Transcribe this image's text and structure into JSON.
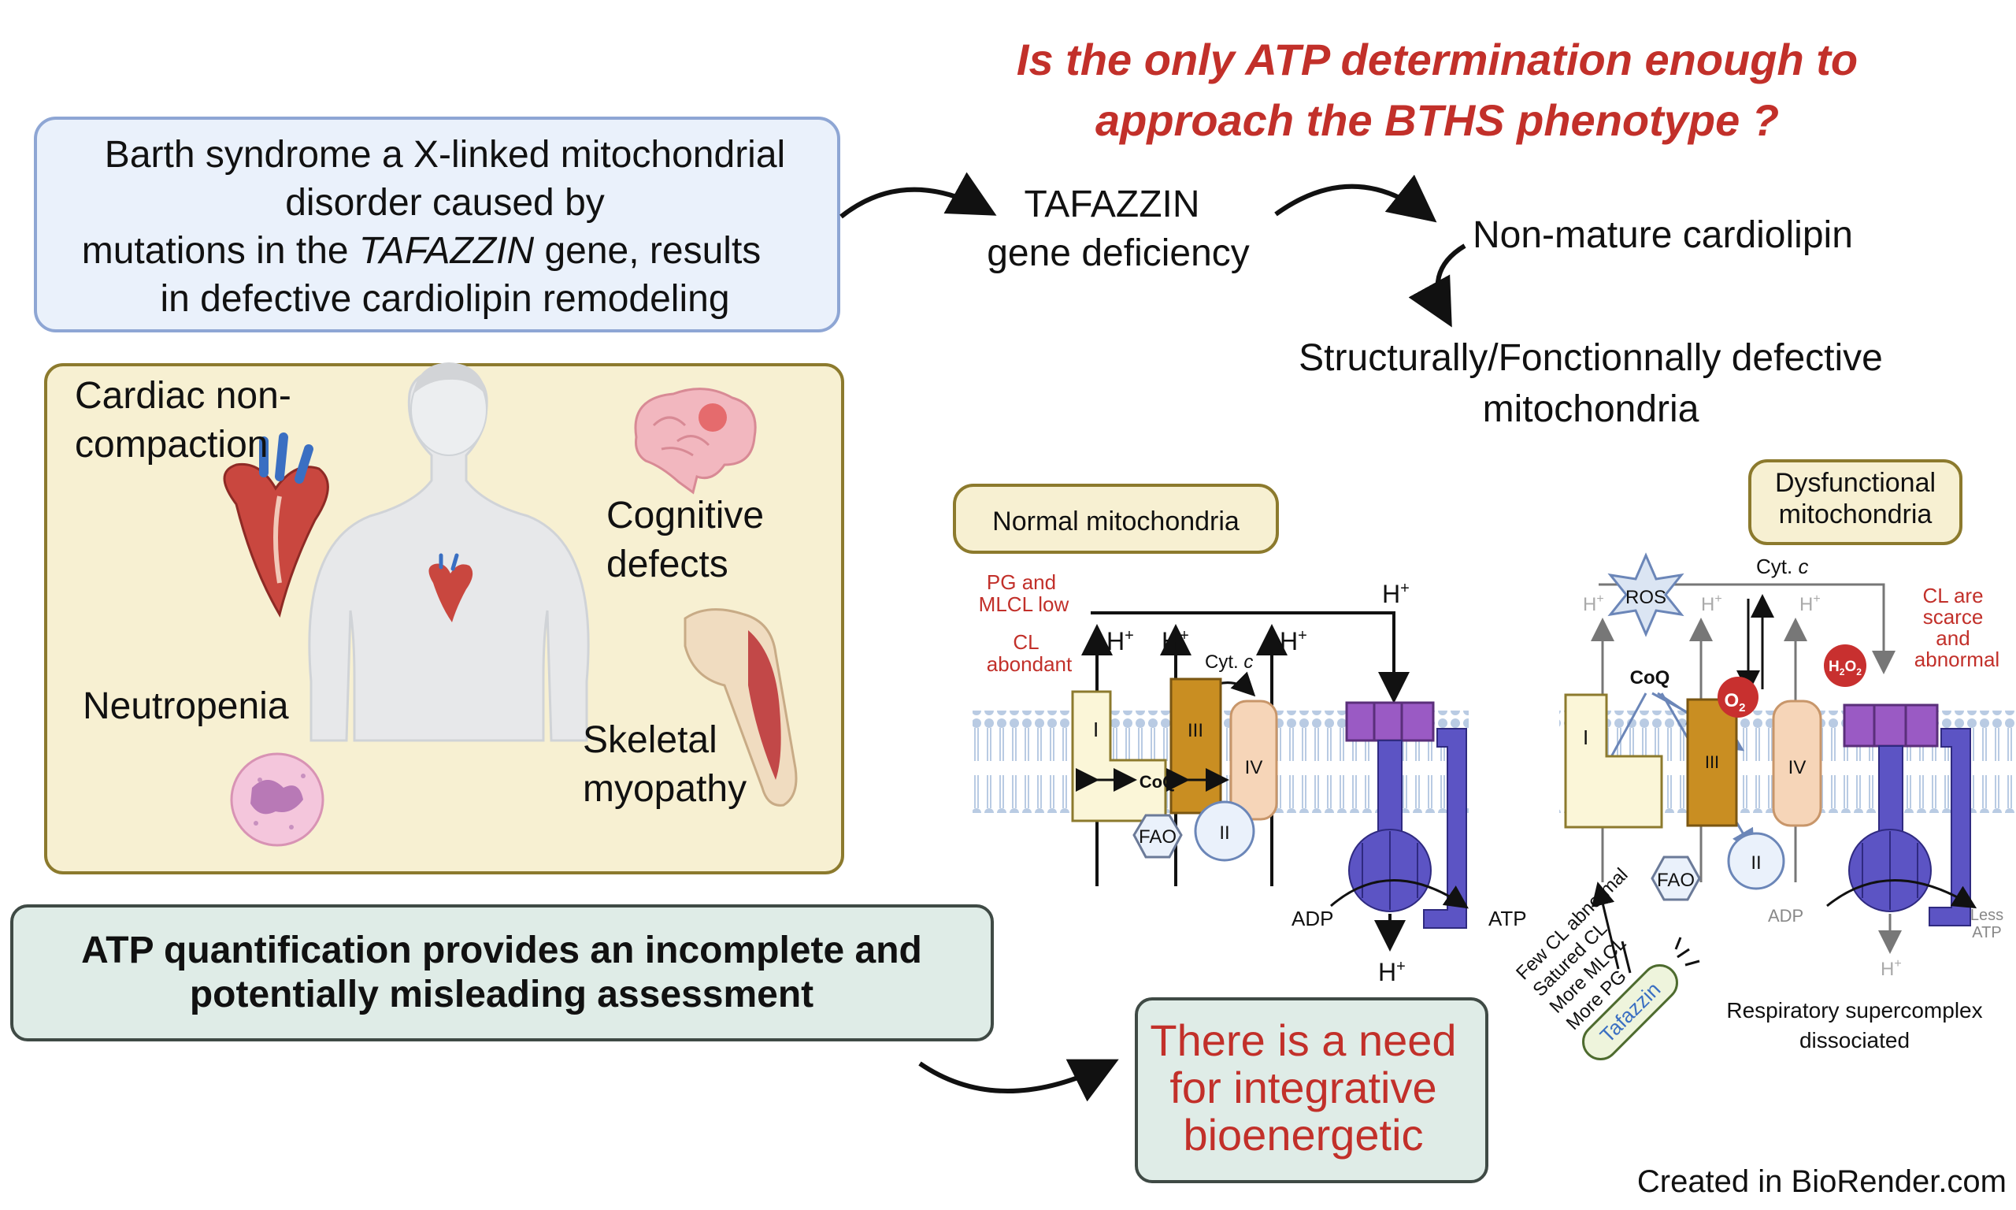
{
  "question": {
    "line1": "Is the only ATP determination enough to",
    "line2": "approach the BTHS phenotype ?"
  },
  "barth_box": {
    "line1": "Barth syndrome a X-linked mitochondrial",
    "line2": "disorder caused by",
    "line3_pre": "mutations in the ",
    "line3_gene": "TAFAZZIN",
    "line3_post": "  gene, results",
    "line4": "in defective cardiolipin remodeling"
  },
  "flow": {
    "tafazzin_l1": "TAFAZZIN",
    "tafazzin_l2": "gene deficiency",
    "nonmature": "Non-mature cardiolipin",
    "defective_l1": "Structurally/Fonctionnally defective",
    "defective_l2": "mitochondria"
  },
  "phenotypes": {
    "cardiac_l1": "Cardiac non-",
    "cardiac_l2": "compaction",
    "cognitive_l1": "Cognitive",
    "cognitive_l2": "defects",
    "neutropenia": "Neutropenia",
    "skeletal_l1": "Skeletal",
    "skeletal_l2": "myopathy"
  },
  "atp_box": {
    "line1": "ATP quantification provides an incomplete and",
    "line2": "potentially misleading assessment"
  },
  "need_box": {
    "line1": "There is a need",
    "line2": "for integrative",
    "line3": "bioenergetic"
  },
  "normal": {
    "label": "Normal mitochondria",
    "pg_l1": "PG and",
    "pg_l2": "MLCL low",
    "cl_l1": "CL",
    "cl_l2": "abondant",
    "h": "H",
    "plus": "+",
    "cytc": "Cyt. ",
    "cytc_c": "c",
    "c1": "I",
    "c3": "III",
    "c4": "IV",
    "c2": "II",
    "coq": "CoQ",
    "fao": "FAO",
    "adp": "ADP",
    "atp": "ATP"
  },
  "dysfunctional": {
    "label_l1": "Dysfunctional",
    "label_l2": "mitochondria",
    "cytc": "Cyt. ",
    "cytc_c": "c",
    "ros": "ROS",
    "coq": "CoQ",
    "cl_l1": "CL are",
    "cl_l2": "scarce",
    "cl_l3": "and",
    "cl_l4": "abnormal",
    "o2": "O",
    "o2_sub": "2",
    "h2o2_a": "H",
    "h2o2_b": "2",
    "h2o2_c": "O",
    "h2o2_d": "2",
    "c1": "I",
    "c3": "III",
    "c4": "IV",
    "c2": "II",
    "fao": "FAO",
    "adp": "ADP",
    "less_atp_l1": "Less",
    "less_atp_l2": "ATP",
    "h": "H",
    "plus": "+",
    "tafazzin": "Tafazzin",
    "list": [
      "Few CL abnormal",
      "Satured CL",
      "More MLCL",
      "More PG"
    ],
    "supercomplex_l1": "Respiratory supercomplex",
    "supercomplex_l2": "dissociated"
  },
  "credit": "Created in BioRender.com",
  "colors": {
    "question_red": "#c2302a",
    "blue_box_fill": "#eaf1fb",
    "blue_box_stroke": "#8ea6d4",
    "yellow_fill": "#f7f0d2",
    "olive_stroke": "#8c7a2d",
    "green_fill": "#dfece7",
    "dark_stroke": "#3f4a45",
    "complex_I": "#fbf6d8",
    "complex_III": "#c98e22",
    "complex_IV": "#f6d5b8",
    "atp_synthase_top": "#9a5ac4",
    "atp_synthase_stalk": "#5c54c4"
  }
}
